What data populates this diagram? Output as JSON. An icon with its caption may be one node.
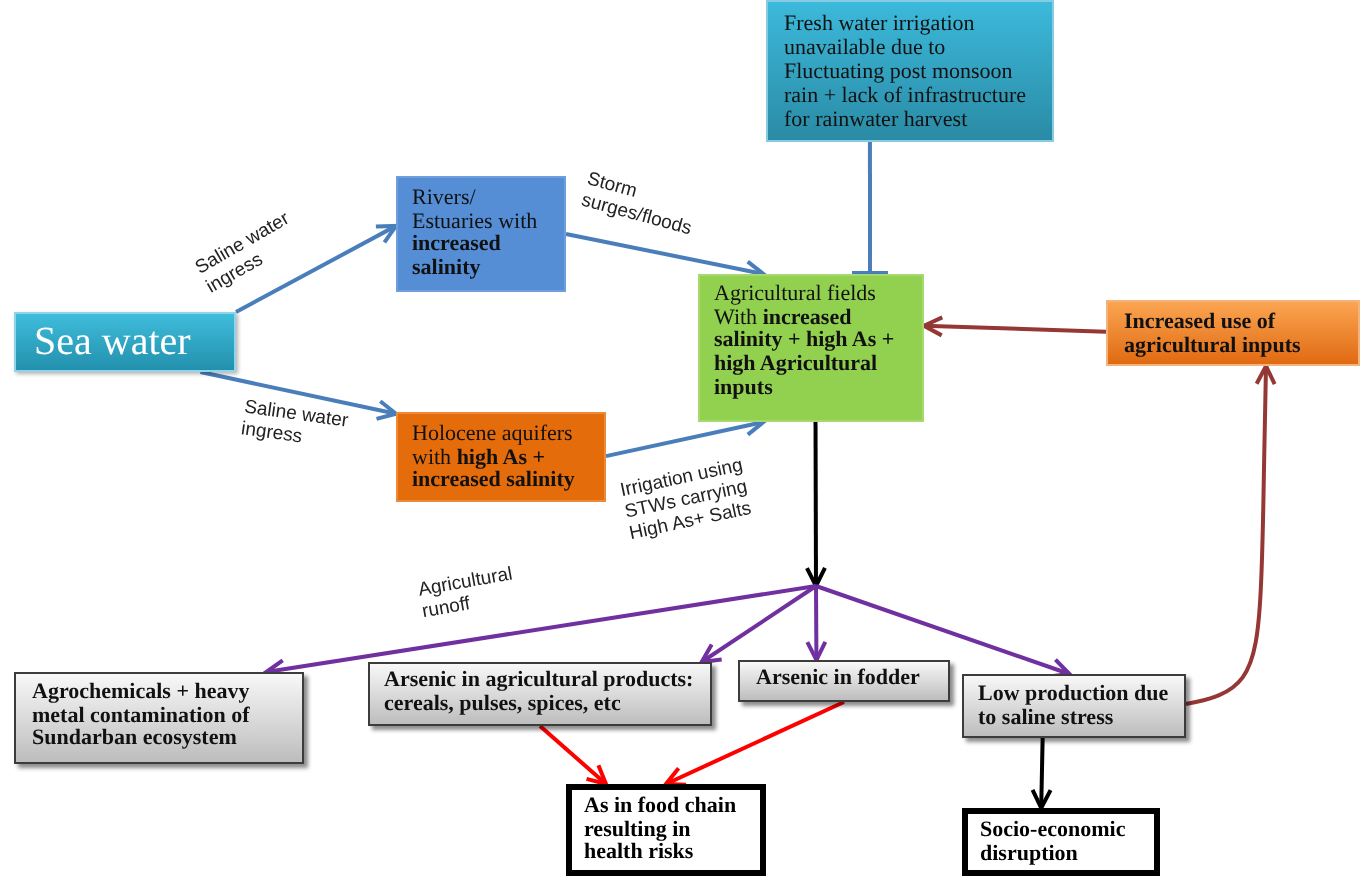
{
  "diagram": {
    "nodes": [
      {
        "text": [
          "Fresh water irrigation unavailable due to Fluctuating post monsoon rain + lack of infrastructure for rainwater harvest"
        ]
      },
      {
        "text": [
          "Sea water"
        ]
      },
      {
        "text": [
          "Rivers/ Estuaries with **increased salinity**"
        ]
      },
      {
        "text": [
          "Agricultural fields With **increased salinity + high As + high Agricultural inputs**"
        ]
      },
      {
        "text": [
          "Increased use of agricultural inputs"
        ]
      },
      {
        "text": [
          "Holocene aquifers with **high As + increased salinity**"
        ]
      },
      {
        "text": [
          "Agrochemicals + heavy metal contamination of Sundarban ecosystem"
        ]
      },
      {
        "text": [
          "Arsenic in agricultural products: cereals, pulses, spices, etc"
        ]
      },
      {
        "text": [
          "Arsenic in fodder"
        ]
      },
      {
        "text": [
          "Low production due to saline stress"
        ]
      },
      {
        "text": [
          "As in food chain resulting in health risks"
        ]
      },
      {
        "text": [
          "Socio-economic disruption"
        ]
      }
    ],
    "edges": [
      {
        "from": 1,
        "to": 2,
        "arrow": "to",
        "label": "Saline water ingress"
      },
      {
        "from": 1,
        "to": 5,
        "arrow": "to",
        "label": "Saline water ingress"
      },
      {
        "from": 2,
        "to": 3,
        "arrow": "to",
        "label": "Storm surges/floods"
      },
      {
        "from": 5,
        "to": 3,
        "arrow": "to",
        "label": "Irrigation using STWs carrying High As+ Salts"
      },
      {
        "from": 0,
        "to": 3,
        "arrow": "other"
      },
      {
        "from": 4,
        "to": 3,
        "arrow": "to",
        "color": "#953735"
      },
      {
        "from": 9,
        "to": 4,
        "arrow": "to",
        "color": "#953735"
      },
      {
        "from": 3,
        "to": null,
        "arrow": "to",
        "color": "#000000"
      },
      {
        "from": null,
        "to": 6,
        "arrow": "to",
        "label": "Agricultural runoff",
        "color": "#7030a0"
      },
      {
        "from": null,
        "to": 7,
        "arrow": "to",
        "color": "#7030a0"
      },
      {
        "from": null,
        "to": 8,
        "arrow": "to",
        "color": "#7030a0"
      },
      {
        "from": null,
        "to": 9,
        "arrow": "to",
        "color": "#7030a0"
      },
      {
        "from": 7,
        "to": 10,
        "arrow": "to",
        "color": "#ff0000"
      },
      {
        "from": 8,
        "to": 10,
        "arrow": "to",
        "color": "#ff0000"
      },
      {
        "from": 9,
        "to": 11,
        "arrow": "to",
        "color": "#000000"
      }
    ]
  }
}
